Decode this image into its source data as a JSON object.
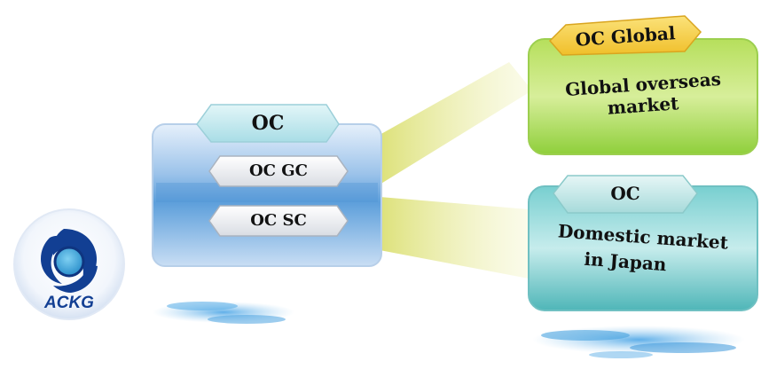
{
  "logo": {
    "text": "ACKG",
    "colors": {
      "blue": "#123f93",
      "cyan": "#3aa3d6",
      "ring": "#dfe8f6"
    }
  },
  "center_box": {
    "title": "OC",
    "items": [
      {
        "label": "OC GC"
      },
      {
        "label": "OC SC"
      }
    ],
    "colors": {
      "body": "#8fb9e4",
      "tab": "#c6eaf0"
    }
  },
  "global_box": {
    "tab_label": "OC Global",
    "body_text": [
      "Global overseas",
      "market"
    ],
    "colors": {
      "body": "#8fcf3b",
      "tab": "#f3ce3e"
    }
  },
  "domestic_box": {
    "tab_label": "OC",
    "body_text": [
      "Domestic market",
      "in Japan"
    ],
    "colors": {
      "body": "#5fc2c2",
      "tab": "#c8eaea"
    }
  },
  "beam_color": "#e6ea8e"
}
